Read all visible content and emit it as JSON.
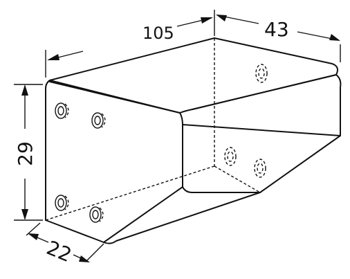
{
  "dimensions": {
    "length": "105",
    "width": "43",
    "height": "29",
    "depth": "22"
  }
}
